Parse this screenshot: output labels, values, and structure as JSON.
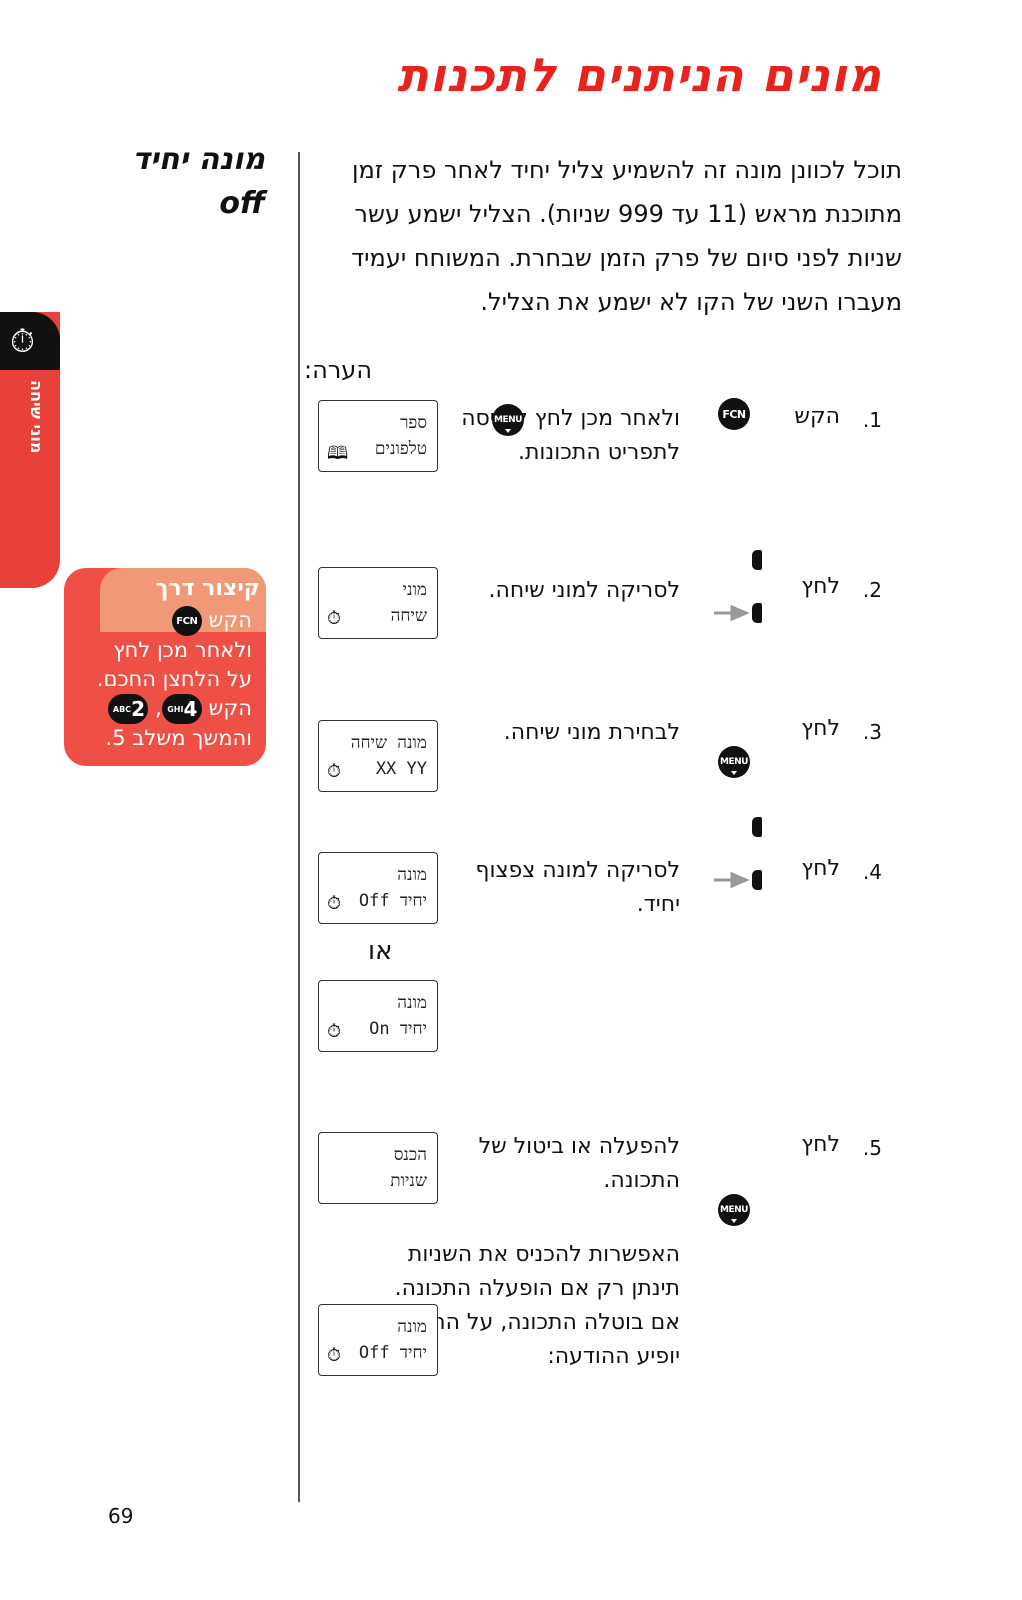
{
  "title": "מונים הניתנים לתכנות",
  "side_title": "מונה יחיד off",
  "intro": "תוכל לכוונן מונה זה להשמיע צליל יחיד לאחר פרק זמן מתוכנת מראש (11 עד 999 שניות). הצליל ישמע  עשר שניות לפני סיום של פרק הזמן שבחרת. המשוחח יעמיד מעברו השני של הקו לא ישמע את הצליל.",
  "note_label": "הערה:",
  "steps": [
    {
      "num": ".1",
      "label": "הקש",
      "key": "FCN",
      "text": "ולאחר מכן לחץ לכניסה לתפריט התכונות.",
      "text_key": "MENU"
    },
    {
      "num": ".2",
      "label": "לחץ",
      "text": "לסריקה למוני שיחה."
    },
    {
      "num": ".3",
      "label": "לחץ",
      "key": "MENU",
      "text": "לבחירת מוני שיחה."
    },
    {
      "num": ".4",
      "label": "לחץ",
      "text": "לסריקה למונה צפצוף יחיד."
    },
    {
      "num": ".5",
      "label": "לחץ",
      "key": "MENU",
      "text": "להפעלה או ביטול של התכונה."
    }
  ],
  "step5_extra": "האפשרות להכניס את השניות תינתן רק אם הופעלה התכונה. אם בוטלה התכונה, על התצוגה יופיע ההודעה:",
  "lcds": [
    {
      "line1": "ספר",
      "line2": "טלפונים",
      "icon": "book-icon"
    },
    {
      "line1": "מוני",
      "line2": "שיחה",
      "icon": "timer-icon"
    },
    {
      "line1": "מונה שיחה",
      "line2": "XX YY",
      "icon": "timer-icon"
    },
    {
      "line1": "מונה",
      "line2": "יחיד Off",
      "icon": "timer-icon"
    },
    {
      "line1": "מונה",
      "line2": "יחיד On",
      "icon": "timer-icon"
    },
    {
      "line1": "הכנס",
      "line2": "שניות",
      "icon": ""
    },
    {
      "line1": "מונה",
      "line2": "יחיד Off",
      "icon": "timer-icon"
    }
  ],
  "or_text": "או",
  "tab": {
    "label": "מוני שיחה",
    "icon": "timer-icon"
  },
  "shortcut": {
    "title": "קיצור דרך",
    "t1": "הקש",
    "t2": "ולאחר מכן לחץ",
    "t3": "על הלחצן החכם.",
    "t4": "הקש",
    "t5": "והמשך משלב 5.",
    "key1": "2",
    "key1_letters": "ABC",
    "key2": "4",
    "key2_letters": "GHI",
    "sep": ","
  },
  "keys": {
    "fcn": "FCN",
    "menu": "MENU"
  },
  "page_number": "69"
}
